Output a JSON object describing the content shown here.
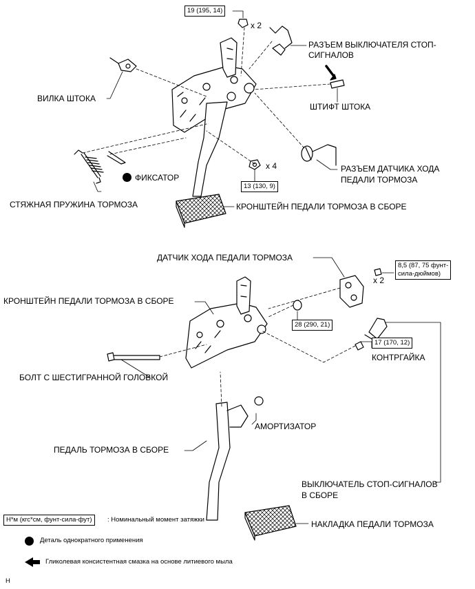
{
  "top": {
    "torque_bolt": "19 (195, 14)",
    "torque_nut": "13 (130, 9)",
    "mult_bolt": "x 2",
    "mult_nut": "x 4",
    "stop_switch_connector_l1": "РАЗЪЕМ ВЫКЛЮЧАТЕЛЯ СТОП-",
    "stop_switch_connector_l2": "СИГНАЛОВ",
    "clevis": "ВИЛКА ШТОКА",
    "push_rod_pin": "ШТИФТ ШТОКА",
    "clip": "ФИКСАТОР",
    "stroke_sensor_connector_l1": "РАЗЪЕМ ДАТЧИКА ХОДА",
    "stroke_sensor_connector_l2": "ПЕДАЛИ ТОРМОЗА",
    "return_spring": "СТЯЖНАЯ ПРУЖИНА ТОРМОЗА",
    "bracket_assembly": "КРОНШТЕЙН ПЕДАЛИ ТОРМОЗА В СБОРЕ"
  },
  "bottom": {
    "stroke_sensor": "ДАТЧИК ХОДА ПЕДАЛИ ТОРМОЗА",
    "torque_sensor_l1": "8,5 (87, 75 фунт-",
    "torque_sensor_l2": "сила-дюймов)",
    "mult_sensor": "x 2",
    "bracket_assembly": "КРОНШТЕЙН ПЕДАЛИ ТОРМОЗА В СБОРЕ",
    "torque_nut": "28 (290, 21)",
    "torque_locknut": "17 (170, 12)",
    "locknut": "КОНТРГАЙКА",
    "hex_bolt": "БОЛТ С ШЕСТИГРАННОЙ ГОЛОВКОЙ",
    "cushion": "АМОРТИЗАТОР",
    "pedal_assembly": "ПЕДАЛЬ ТОРМОЗА В СБОРЕ",
    "stop_switch_l1": "ВЫКЛЮЧАТЕЛЬ СТОП-СИГНАЛОВ",
    "stop_switch_l2": "В СБОРЕ",
    "pedal_pad": "НАКЛАДКА ПЕДАЛИ ТОРМОЗА"
  },
  "legend": {
    "torque_unit_box": "Н*м (кгс*см, фунт-сила-фут)",
    "torque_desc": ": Номинальный момент затяжки",
    "non_reusable": "Деталь однократного применения",
    "grease": "Гликолевая консистентная смазка на основе литиевого мыла"
  },
  "corner_mark": "H"
}
